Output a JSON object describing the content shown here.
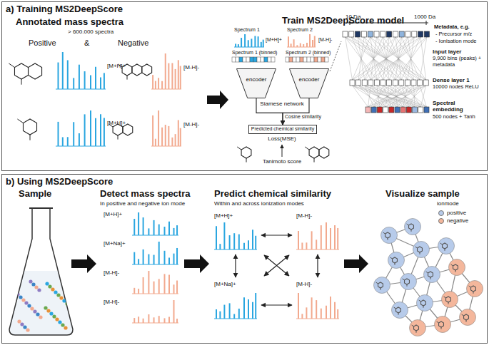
{
  "diagram": {
    "nodes": [
      {
        "text": [
          "a) Training MS2DeepScore"
        ]
      },
      {
        "text": [
          "b) Using MS2DeepScore"
        ]
      },
      {
        "text": [
          "encoder"
        ],
        "in": 0
      },
      {
        "text": [
          "encoder"
        ],
        "in": 0
      },
      {
        "text": [
          "Predicted chemical similarity"
        ],
        "in": 0
      }
    ],
    "edges": [
      {
        "from": 2,
        "to": 4,
        "arrow": "to"
      },
      {
        "from": 3,
        "to": 4,
        "arrow": "to"
      }
    ],
    "labels": [
      "Annotated mass spectra",
      "> 600.000 spectra",
      "Positive",
      "&",
      "Negative",
      "[M+H]+",
      "[M-H]-",
      "[M+H]+",
      "[M-H]-",
      "Train MS2DeepScore model",
      "Spectrum 1",
      "[M+H]+",
      "Spectrum 2",
      "[M-H]-",
      "Spectrum 1 (binned)",
      "Spectrum 2 (binned)",
      "Siamese network",
      "Cosine similarity",
      "Loss(MSE)",
      "Tanimoto score",
      "10 Da",
      "1000 Da",
      "Metadata, e.g.",
      "- Precursor m/z",
      "- Ionisation mode",
      "Input layer",
      "9,900 bins (peaks) + metadata",
      "Dense layer 1",
      "10000 nodes ReLU",
      "Spectral embedding",
      "500 nodes + Tanh",
      "Sample",
      "Detect mass spectra",
      "In positive and negative ion mode",
      "[M+H]+",
      "[M+Na]+",
      "[M-H]-",
      "[M-H]-",
      "Predict chemical similarity",
      "Within and across ionization modes",
      "[M+H]+",
      "[M-H]-",
      "[M+Na]+",
      "[M-H]-",
      "Visualize sample",
      "ionmode"
    ],
    "legend": [
      {
        "text": "positive",
        "color": "#b7cbea"
      },
      {
        "text": "negative",
        "color": "#f4b79c"
      }
    ]
  }
}
